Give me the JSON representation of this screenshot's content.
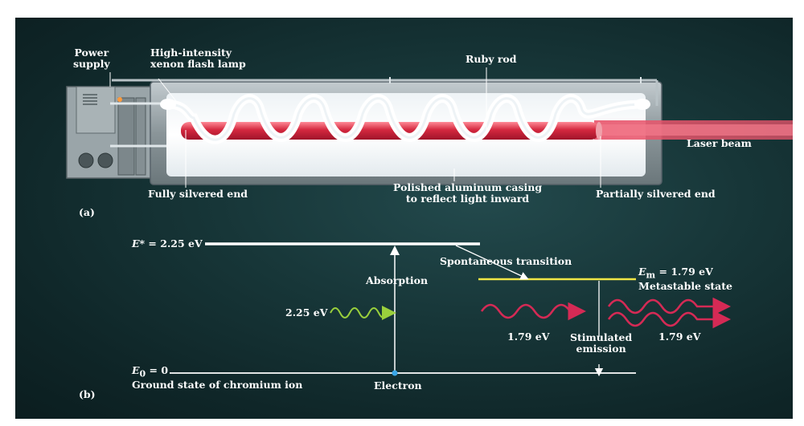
{
  "labels": {
    "power_supply": "Power\nsupply",
    "flash_lamp": "High-intensity\nxenon flash lamp",
    "ruby_rod": "Ruby rod",
    "laser_beam": "Laser beam",
    "fully_silvered": "Fully silvered end",
    "casing": "Polished aluminum casing\nto reflect light inward",
    "partially_silvered": "Partially silvered end",
    "panel_a": "(a)",
    "panel_b": "(b)",
    "e_star_sym": "E*",
    "e_star_val": " = 2.25 eV",
    "spontaneous": "Spontaneous transition",
    "em_sym": "E",
    "em_sub": "m",
    "em_val": " = 1.79 eV",
    "metastable": "Metastable state",
    "absorption": "Absorption",
    "photon_in": "2.25 eV",
    "photon_spont": "1.79 eV",
    "stimulated": "Stimulated\nemission",
    "photon_out": "1.79 eV",
    "e0_sym": "E",
    "e0_sub": "0",
    "e0_val": " = 0",
    "ground": "Ground state of chromium ion",
    "electron": "Electron"
  },
  "colors": {
    "ruby": "#d4283f",
    "laser": "#e8546b",
    "metastable_level": "#f0e646",
    "absorbed_photon": "#9ad03c",
    "emitted_photon": "#d52a55",
    "electron": "#3aa7e8"
  }
}
